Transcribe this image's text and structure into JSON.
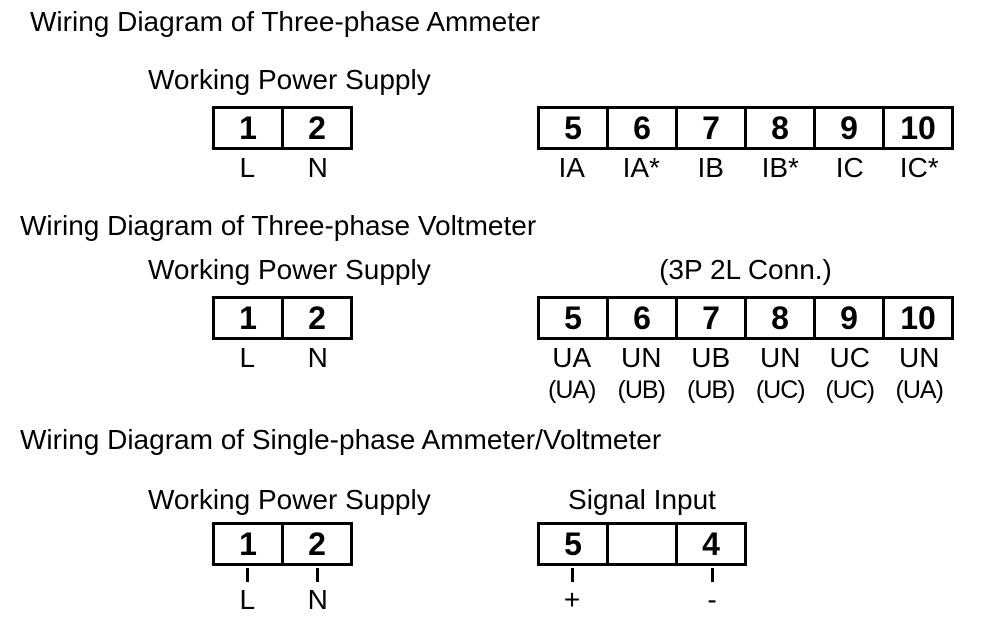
{
  "colors": {
    "line": "#000000",
    "background": "#ffffff"
  },
  "s1": {
    "title": "Wiring Diagram of Three-phase Ammeter",
    "left_label": "Working Power Supply",
    "left_cells": [
      "1",
      "2"
    ],
    "left_below": [
      "L",
      "N"
    ],
    "right_cells": [
      "5",
      "6",
      "7",
      "8",
      "9",
      "10"
    ],
    "right_below": [
      "IA",
      "IA*",
      "IB",
      "IB*",
      "IC",
      "IC*"
    ]
  },
  "s2": {
    "title": "Wiring Diagram of Three-phase Voltmeter",
    "left_label": "Working Power Supply",
    "right_label": "(3P 2L Conn.)",
    "left_cells": [
      "1",
      "2"
    ],
    "left_below": [
      "L",
      "N"
    ],
    "right_cells": [
      "5",
      "6",
      "7",
      "8",
      "9",
      "10"
    ],
    "right_below": [
      "UA",
      "UN",
      "UB",
      "UN",
      "UC",
      "UN"
    ],
    "right_below2": [
      "(UA)",
      "(UB)",
      "(UB)",
      "(UC)",
      "(UC)",
      "(UA)"
    ]
  },
  "s3": {
    "title": "Wiring Diagram of Single-phase Ammeter/Voltmeter",
    "left_label": "Working Power Supply",
    "right_label": "Signal Input",
    "left_cells": [
      "1",
      "2"
    ],
    "left_below": [
      "L",
      "N"
    ],
    "right_cells": [
      "5",
      "",
      "4"
    ],
    "right_below_plus": "+",
    "right_below_minus": "-"
  }
}
